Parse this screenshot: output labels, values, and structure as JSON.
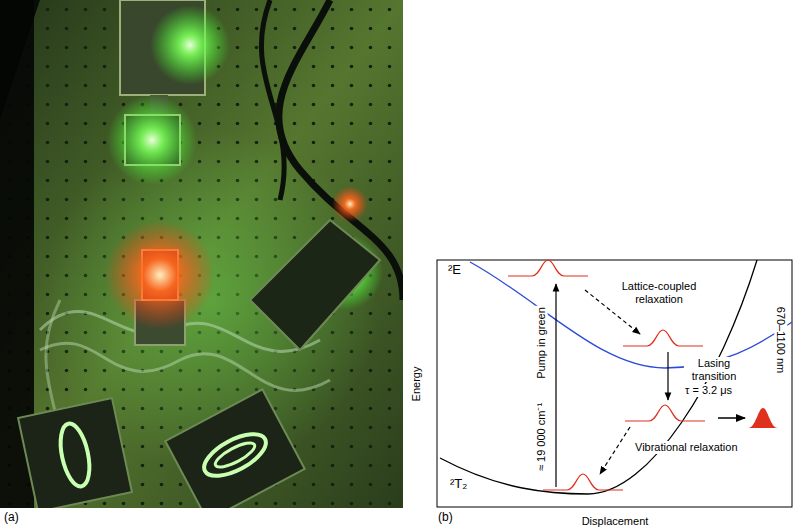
{
  "diagram": {
    "labels": [
      "(a)",
      "(b)",
      "²E",
      "Lattice-coupled relaxation",
      "Lasing transition",
      "τ = 3.2 μs",
      "Pump in green",
      "≈ 19 000 cm⁻¹",
      "670–1100 nm",
      "Vibrational relaxation",
      "²T₂",
      "Energy",
      "Displacement"
    ]
  }
}
